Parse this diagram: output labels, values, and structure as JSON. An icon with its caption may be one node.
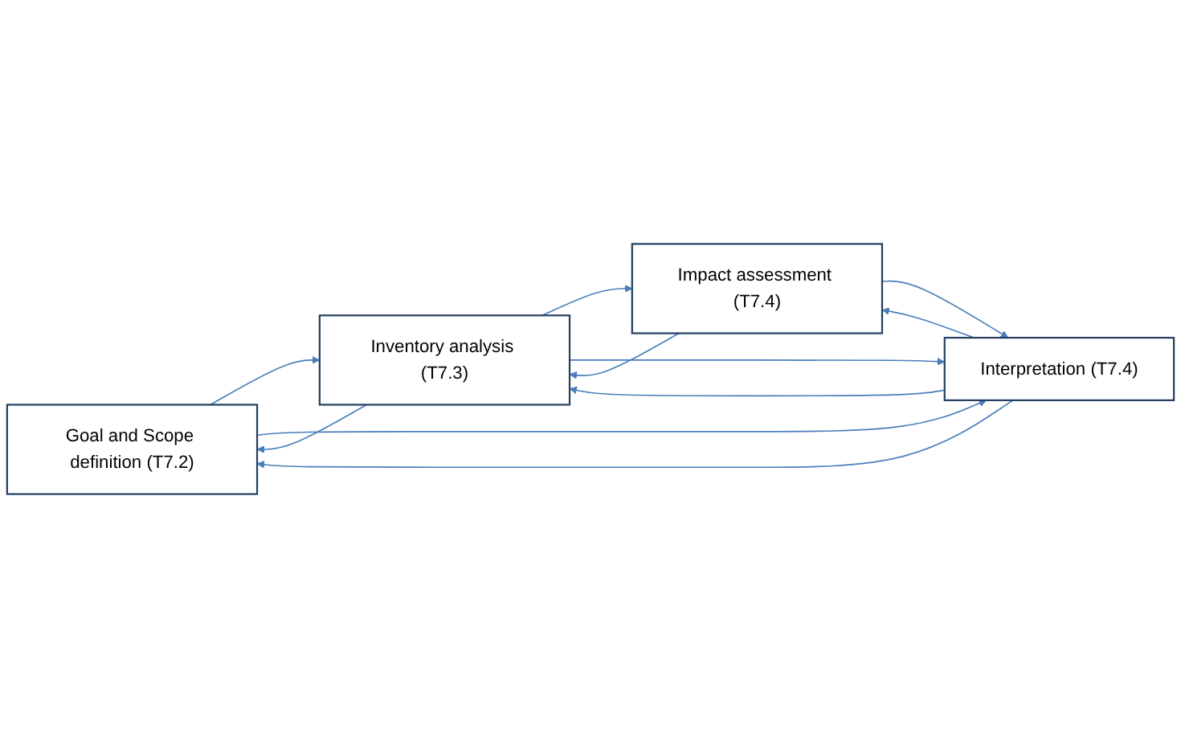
{
  "diagram": {
    "nodes": [
      {
        "text": [
          "Goal and Scope definition (T7.2)"
        ]
      },
      {
        "text": [
          "Inventory analysis (T7.3)"
        ]
      },
      {
        "text": [
          "Impact assessment (T7.4)"
        ]
      },
      {
        "text": [
          "Interpretation (T7.4)"
        ]
      }
    ],
    "edges": [
      {
        "from": 0,
        "to": 1,
        "arrow": "to"
      },
      {
        "from": 1,
        "to": 0,
        "arrow": "to"
      },
      {
        "from": 1,
        "to": 2,
        "arrow": "to"
      },
      {
        "from": 2,
        "to": 1,
        "arrow": "to"
      },
      {
        "from": 0,
        "to": 3,
        "arrow": "to"
      },
      {
        "from": 3,
        "to": 0,
        "arrow": "to"
      },
      {
        "from": 1,
        "to": 3,
        "arrow": "to"
      },
      {
        "from": 3,
        "to": 1,
        "arrow": "to"
      },
      {
        "from": 2,
        "to": 3,
        "arrow": "to"
      },
      {
        "from": 3,
        "to": 2,
        "arrow": "to"
      }
    ]
  }
}
